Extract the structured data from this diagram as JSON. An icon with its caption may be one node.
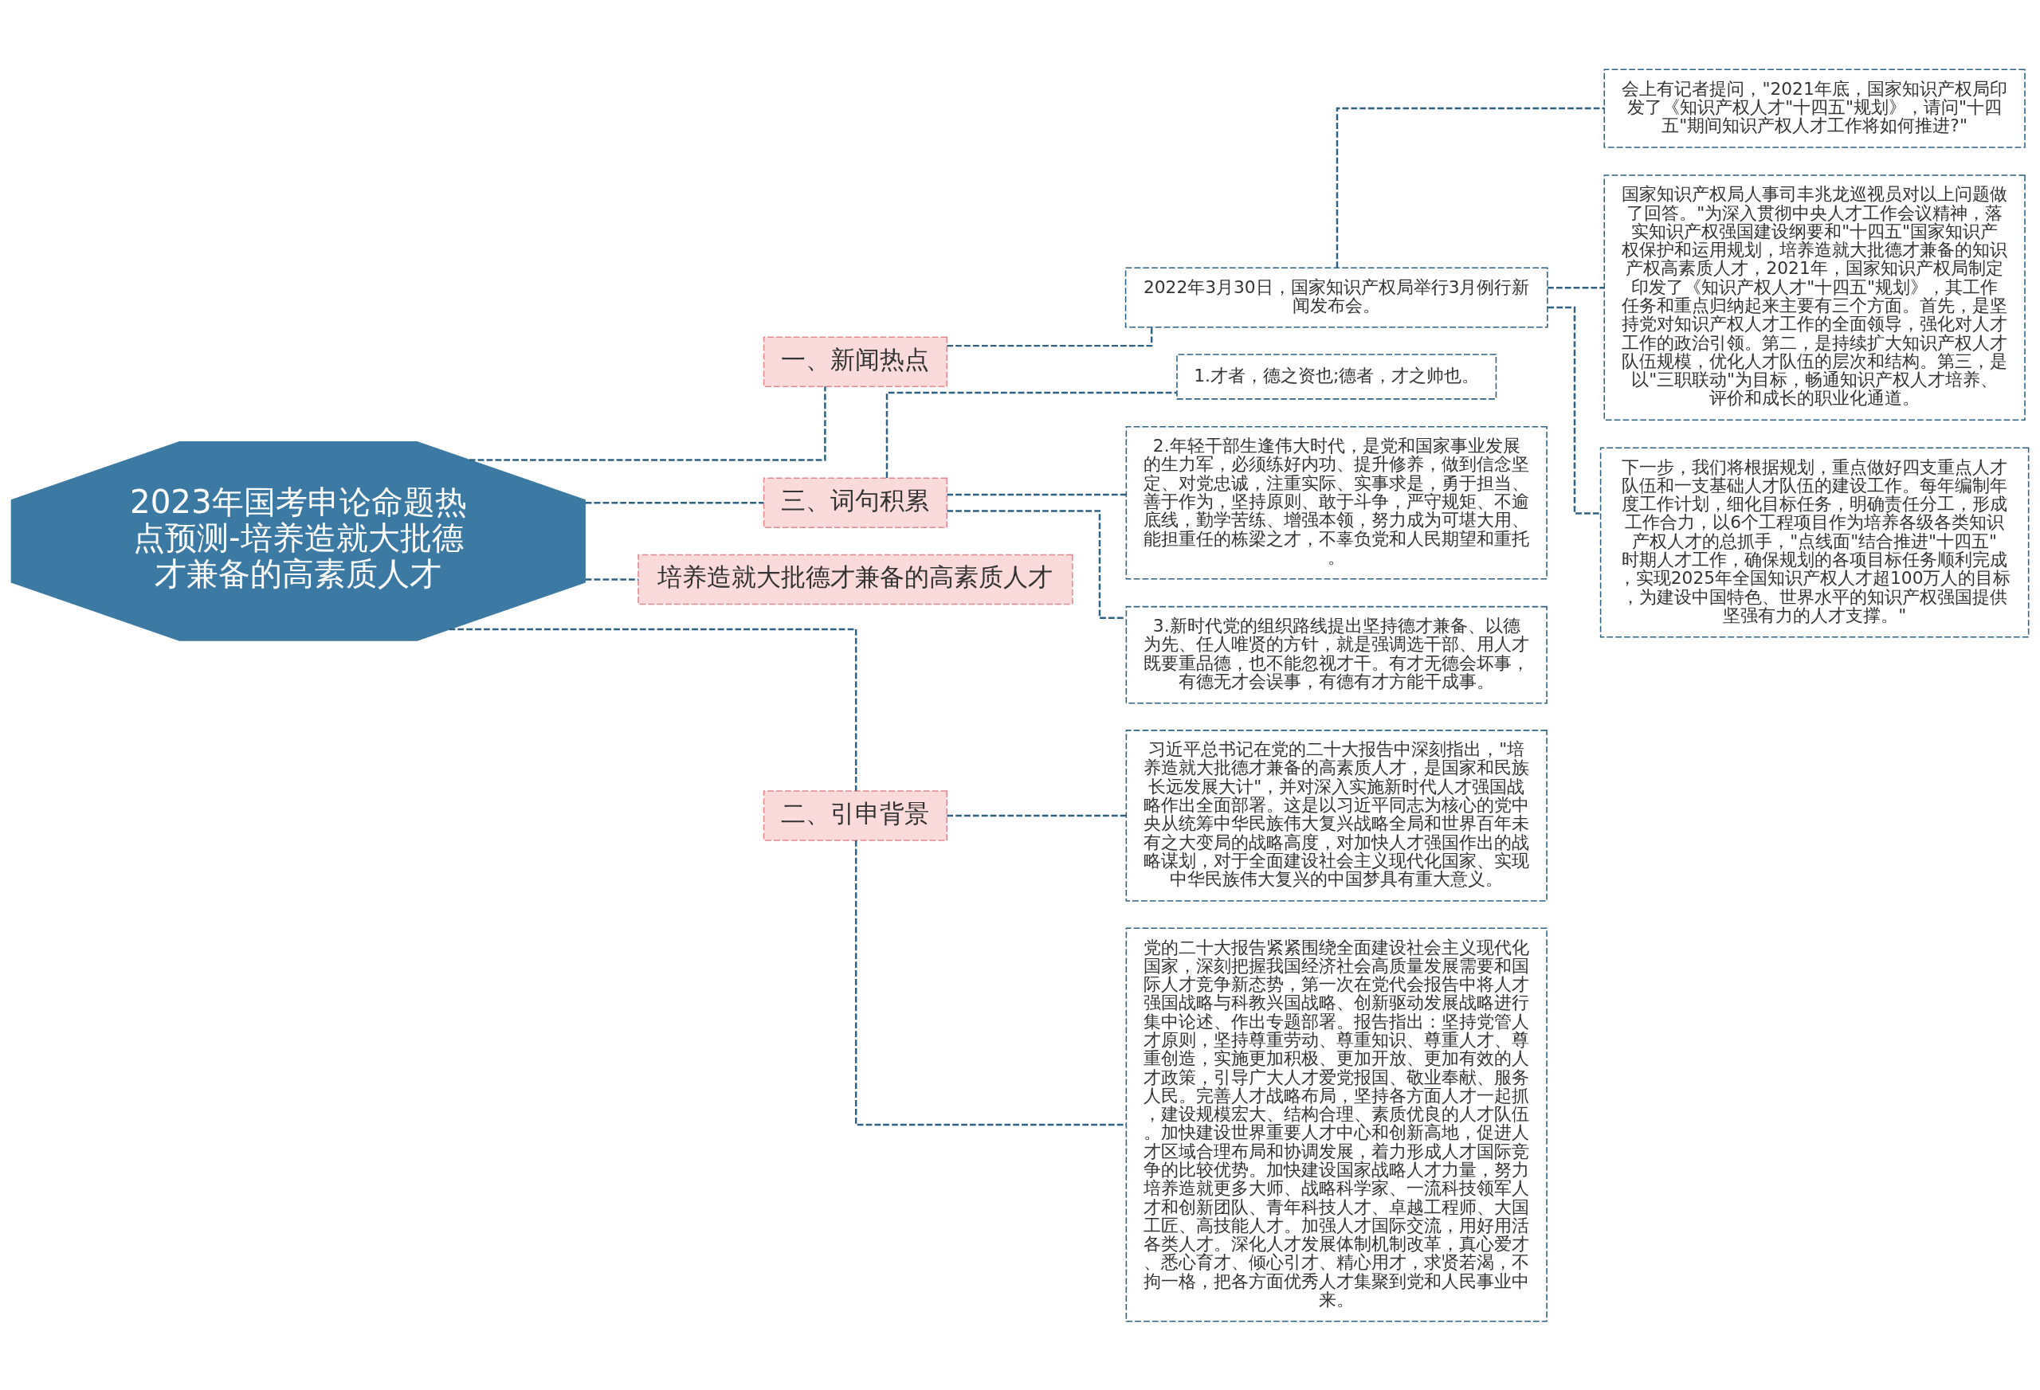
{
  "diagram": {
    "nodes": [
      {
        "text": [
          "2023年国考申论命题热点预测-培养造就大批德才兼备的高素质人才"
        ]
      },
      {
        "text": [
          "一、新闻热点"
        ]
      },
      {
        "text": [
          "2022年3月30日，国家知识产权局举行3月例行新闻发布会。"
        ]
      },
      {
        "text": [
          "会上有记者提问，\"2021年底，国家知识产权局印发了《知识产权人才\"十四五\"规划》，请问\"十四五\"期间知识产权人才工作将如何推进?\""
        ]
      },
      {
        "text": [
          "国家知识产权局人事司丰兆龙巡视员对以上问题做了回答。\"为深入贯彻中央人才工作会议精神，落实知识产权强国建设纲要和\"十四五\"国家知识产权保护和运用规划，培养造就大批德才兼备的知识产权高素质人才，2021年，国家知识产权局制定印发了《知识产权人才\"十四五\"规划》，其工作任务和重点归纳起来主要有三个方面。首先，是坚持党对知识产权人才工作的全面领导，强化对人才工作的政治引领。第二，是持续扩大知识产权人才队伍规模，优化人才队伍的层次和结构。第三，是以\"三职联动\"为目标，畅通知识产权人才培养、评价和成长的职业化通道。"
        ]
      },
      {
        "text": [
          "下一步，我们将根据规划，重点做好四支重点人才队伍和一支基础人才队伍的建设工作。每年编制年度工作计划，细化目标任务，明确责任分工，形成工作合力，以6个工程项目作为培养各级各类知识产权人才的总抓手，\"点线面\"结合推进\"十四五\"时期人才工作，确保规划的各项目标任务顺利完成，实现2025年全国知识产权人才超100万人的目标，为建设中国特色、世界水平的知识产权强国提供坚强有力的人才支撑。\""
        ]
      },
      {
        "text": [
          "三、词句积累"
        ]
      },
      {
        "text": [
          "1.才者，德之资也;德者，才之帅也。"
        ]
      },
      {
        "text": [
          "2.年轻干部生逢伟大时代，是党和国家事业发展的生力军，必须练好内功、提升修养，做到信念坚定、对党忠诚，注重实际、实事求是，勇于担当、善于作为，坚持原则、敢于斗争，严守规矩、不逾底线，勤学苦练、增强本领，努力成为可堪大用、能担重任的栋梁之才，不辜负党和人民期望和重托。"
        ]
      },
      {
        "text": [
          "3.新时代党的组织路线提出坚持德才兼备、以德为先、任人唯贤的方针，就是强调选干部、用人才既要重品德，也不能忽视才干。有才无德会坏事，有德无才会误事，有德有才方能干成事。"
        ]
      },
      {
        "text": [
          "培养造就大批德才兼备的高素质人才"
        ]
      },
      {
        "text": [
          "二、引申背景"
        ]
      },
      {
        "text": [
          "习近平总书记在党的二十大报告中深刻指出，\"培养造就大批德才兼备的高素质人才，是国家和民族长远发展大计\"，并对深入实施新时代人才强国战略作出全面部署。这是以习近平同志为核心的党中央从统筹中华民族伟大复兴战略全局和世界百年未有之大变局的战略高度，对加快人才强国作出的战略谋划，对于全面建设社会主义现代化国家、实现中华民族伟大复兴的中国梦具有重大意义。"
        ]
      },
      {
        "text": [
          "党的二十大报告紧紧围绕全面建设社会主义现代化国家，深刻把握我国经济社会高质量发展需要和国际人才竞争新态势，第一次在党代会报告中将人才强国战略与科教兴国战略、创新驱动发展战略进行集中论述、作出专题部署。报告指出：坚持党管人才原则，坚持尊重劳动、尊重知识、尊重人才、尊重创造，实施更加积极、更加开放、更加有效的人才政策，引导广大人才爱党报国、敬业奉献、服务人民。完善人才战略布局，坚持各方面人才一起抓，建设规模宏大、结构合理、素质优良的人才队伍。加快建设世界重要人才中心和创新高地，促进人才区域合理布局和协调发展，着力形成人才国际竞争的比较优势。加快建设国家战略人才力量，努力培养造就更多大师、战略科学家、一流科技领军人才和创新团队、青年科技人才、卓越工程师、大国工匠、高技能人才。加强人才国际交流，用好用活各类人才。深化人才发展体制机制改革，真心爱才、悉心育才、倾心引才、精心用才，求贤若渴，不拘一格，把各方面优秀人才集聚到党和人民事业中来。"
        ]
      }
    ],
    "edges": [
      {
        "from": 0,
        "to": 1,
        "arrow": "none",
        "style": "dashed"
      },
      {
        "from": 1,
        "to": 2,
        "arrow": "none",
        "style": "dashed"
      },
      {
        "from": 2,
        "to": 3,
        "arrow": "none",
        "style": "dashed"
      },
      {
        "from": 2,
        "to": 4,
        "arrow": "none",
        "style": "dashed"
      },
      {
        "from": 2,
        "to": 5,
        "arrow": "none",
        "style": "dashed"
      },
      {
        "from": 0,
        "to": 6,
        "arrow": "none",
        "style": "dashed"
      },
      {
        "from": 6,
        "to": 7,
        "arrow": "none",
        "style": "dashed"
      },
      {
        "from": 6,
        "to": 8,
        "arrow": "none",
        "style": "dashed"
      },
      {
        "from": 6,
        "to": 9,
        "arrow": "none",
        "style": "dashed"
      },
      {
        "from": 0,
        "to": 10,
        "arrow": "none",
        "style": "dashed"
      },
      {
        "from": 0,
        "to": 11,
        "arrow": "none",
        "style": "dashed"
      },
      {
        "from": 11,
        "to": 12,
        "arrow": "none",
        "style": "dashed"
      },
      {
        "from": 11,
        "to": 13,
        "arrow": "none",
        "style": "dashed"
      }
    ]
  }
}
